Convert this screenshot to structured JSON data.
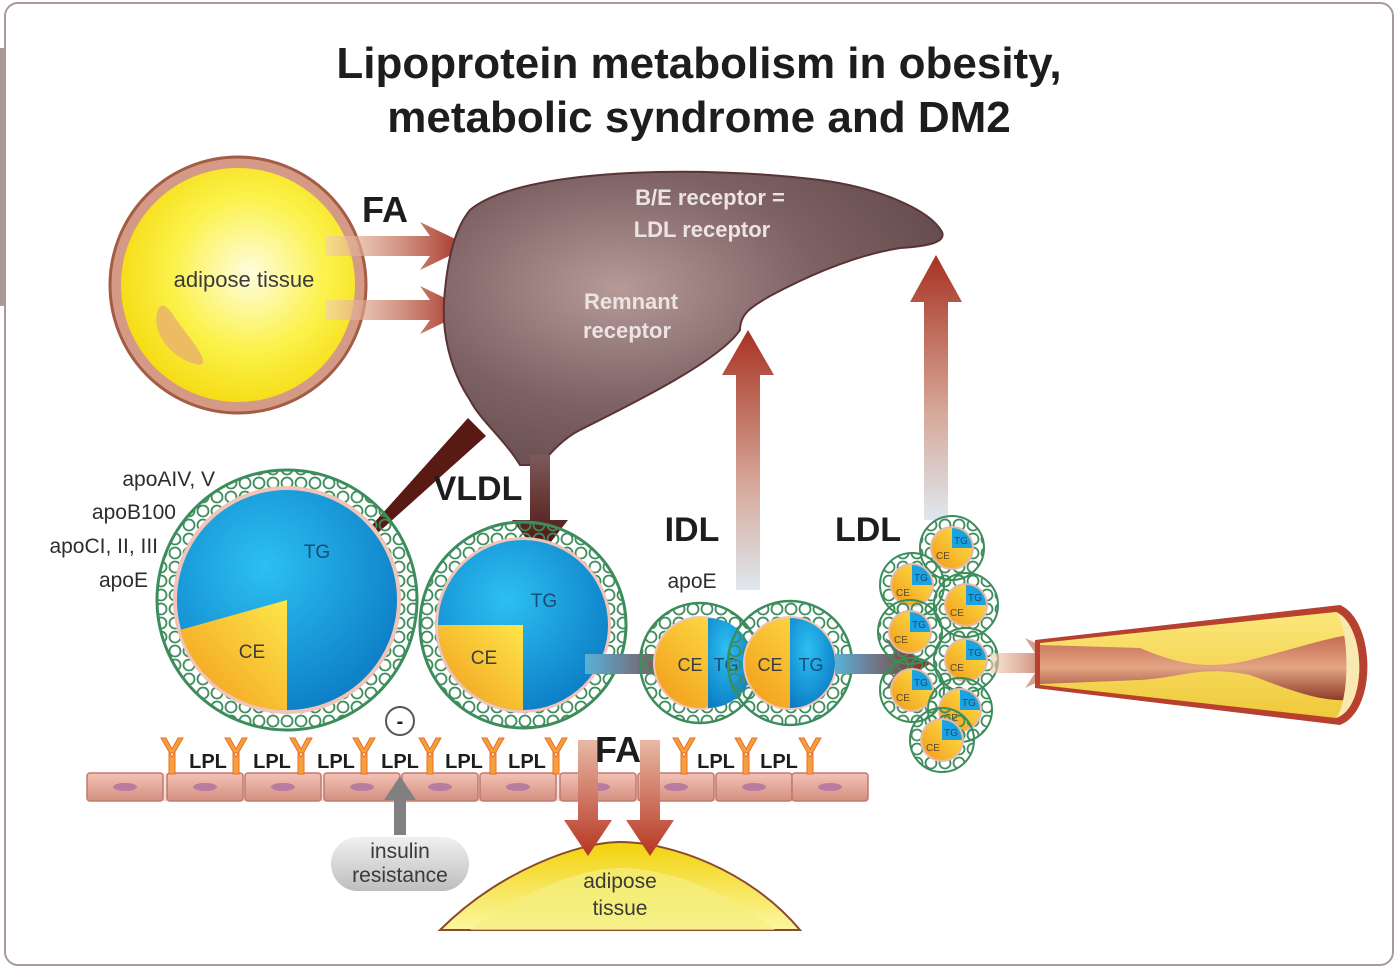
{
  "title": {
    "line1": "Lipoprotein metabolism in obesity,",
    "line2": "metabolic syndrome and DM2"
  },
  "colors": {
    "frame": "#a79a97",
    "liver": "#7a5a5c",
    "adipose": "#f7ea2c",
    "tg_blue": "#1aa3e0",
    "ce_orange": "#f5a623",
    "coat_green": "#3a8a5a",
    "arrow_red": "#9b2a1c",
    "endothelium": "#e3a79a"
  },
  "adipose_top": {
    "label": "adipose tissue",
    "flux_label": "FA"
  },
  "liver": {
    "receptor_ldl": [
      "B/E receptor =",
      "LDL receptor"
    ],
    "receptor_remnant": [
      "Remnant",
      "receptor"
    ]
  },
  "chylo": {
    "apos": [
      "apoAIV, V",
      "apoB100",
      "apoCI, II, III",
      "apoE"
    ],
    "tg": "TG",
    "ce": "CE"
  },
  "vldl": {
    "label": "VLDL",
    "tg": "TG",
    "ce": "CE"
  },
  "idl": {
    "label": "IDL",
    "apo": "apoE",
    "ce": "CE",
    "tg": "TG"
  },
  "ldl": {
    "label": "LDL",
    "ce": "CE",
    "tg": "TG",
    "count": 8
  },
  "lpl": {
    "label": "LPL",
    "count": 8,
    "inhibit_sign": "-"
  },
  "fa_bottom": {
    "label": "FA"
  },
  "insulin": [
    "insulin",
    "resistance"
  ],
  "adipose_bottom": [
    "adipose",
    "tissue"
  ]
}
